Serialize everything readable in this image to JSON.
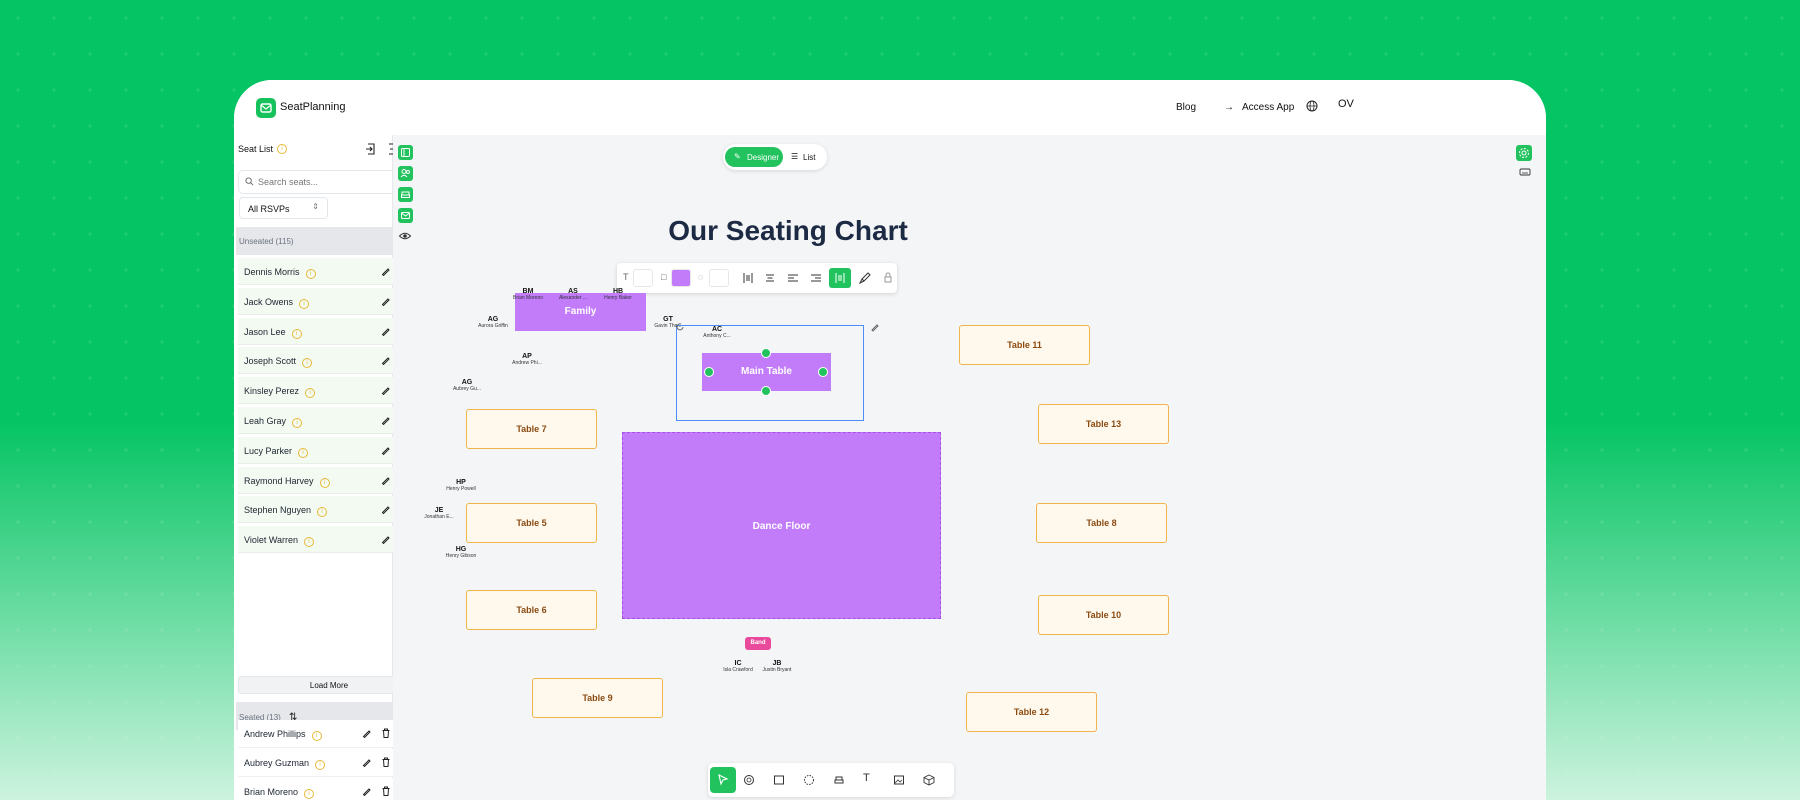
{
  "header": {
    "brand": "SeatPlanning",
    "nav": {
      "blog": "Blog",
      "access_app": "Access App"
    },
    "avatar_initials": "OV"
  },
  "sidebar": {
    "title": "Seat List",
    "search_placeholder": "Search seats...",
    "rsvp_filter": "All RSVPs",
    "unseated_label": "Unseated (115)",
    "unseated": [
      "Dennis Morris",
      "Jack Owens",
      "Jason Lee",
      "Joseph Scott",
      "Kinsley Perez",
      "Leah Gray",
      "Lucy Parker",
      "Raymond Harvey",
      "Stephen Nguyen",
      "Violet Warren"
    ],
    "load_more": "Load More",
    "seated_label": "Seated (13)",
    "seated": [
      "Andrew Phillips",
      "Aubrey Guzman",
      "Brian Moreno"
    ]
  },
  "canvas": {
    "view_toggle": {
      "designer": "Designer",
      "list": "List"
    },
    "chart_title": "Our Seating Chart",
    "family": "Family",
    "main_table": "Main Table",
    "dance_floor": "Dance Floor",
    "band": "Band",
    "tables": {
      "t5": "Table 5",
      "t6": "Table 6",
      "t7": "Table 7",
      "t8": "Table 8",
      "t9": "Table 9",
      "t10": "Table 10",
      "t11": "Table 11",
      "t12": "Table 12",
      "t13": "Table 13"
    },
    "seats": {
      "bm": {
        "initials": "BM",
        "name": "Brian Moreno"
      },
      "as": {
        "initials": "AS",
        "name": "Alexander ..."
      },
      "hb": {
        "initials": "HB",
        "name": "Henry Baker"
      },
      "ag1": {
        "initials": "AG",
        "name": "Aurora Griffin"
      },
      "gt": {
        "initials": "GT",
        "name": "Gavin Tho..."
      },
      "ap": {
        "initials": "AP",
        "name": "Andrew Phi..."
      },
      "ag2": {
        "initials": "AG",
        "name": "Aubrey Gu..."
      },
      "ac": {
        "initials": "AC",
        "name": "Anthony C..."
      },
      "hp": {
        "initials": "HP",
        "name": "Henry Powell"
      },
      "je": {
        "initials": "JE",
        "name": "Jonathan E..."
      },
      "hg": {
        "initials": "HG",
        "name": "Henry Gibson"
      },
      "ic": {
        "initials": "IC",
        "name": "Isla Crawford"
      },
      "jb": {
        "initials": "JB",
        "name": "Justin Bryant"
      }
    }
  },
  "colors": {
    "accent": "#22c35e",
    "purple": "#c27cf9",
    "table_border": "#efb54a",
    "band": "#ea4a9b"
  }
}
